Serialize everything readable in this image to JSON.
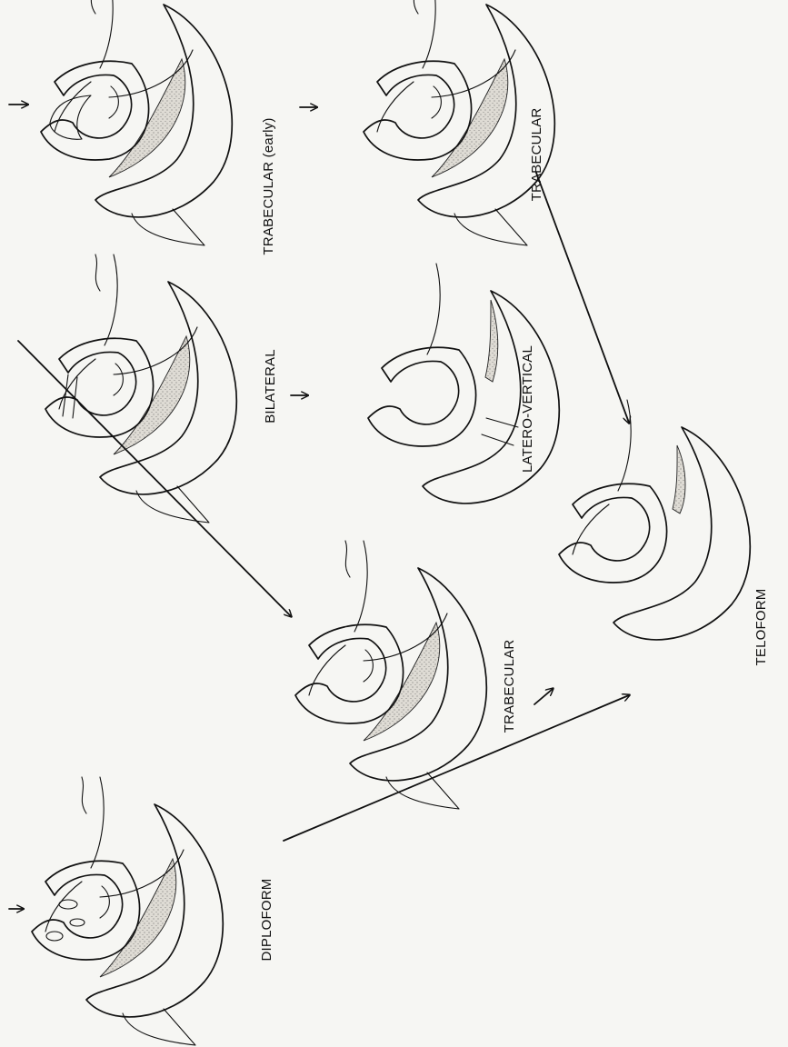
{
  "labels": {
    "trabecular_early": "TRABECULAR (early)",
    "trabecular_top": "TRABECULAR",
    "bilateral": "BILATERAL",
    "latero_vertical": "LATERO-VERTICAL",
    "trabecular_mid": "TRABECULAR",
    "teloform": "TELOFORM",
    "diploform": "DIPLOFORM"
  },
  "colors": {
    "ink": "#111111",
    "stipple": "#dcdcd6",
    "paper": "#f6f6f3"
  }
}
